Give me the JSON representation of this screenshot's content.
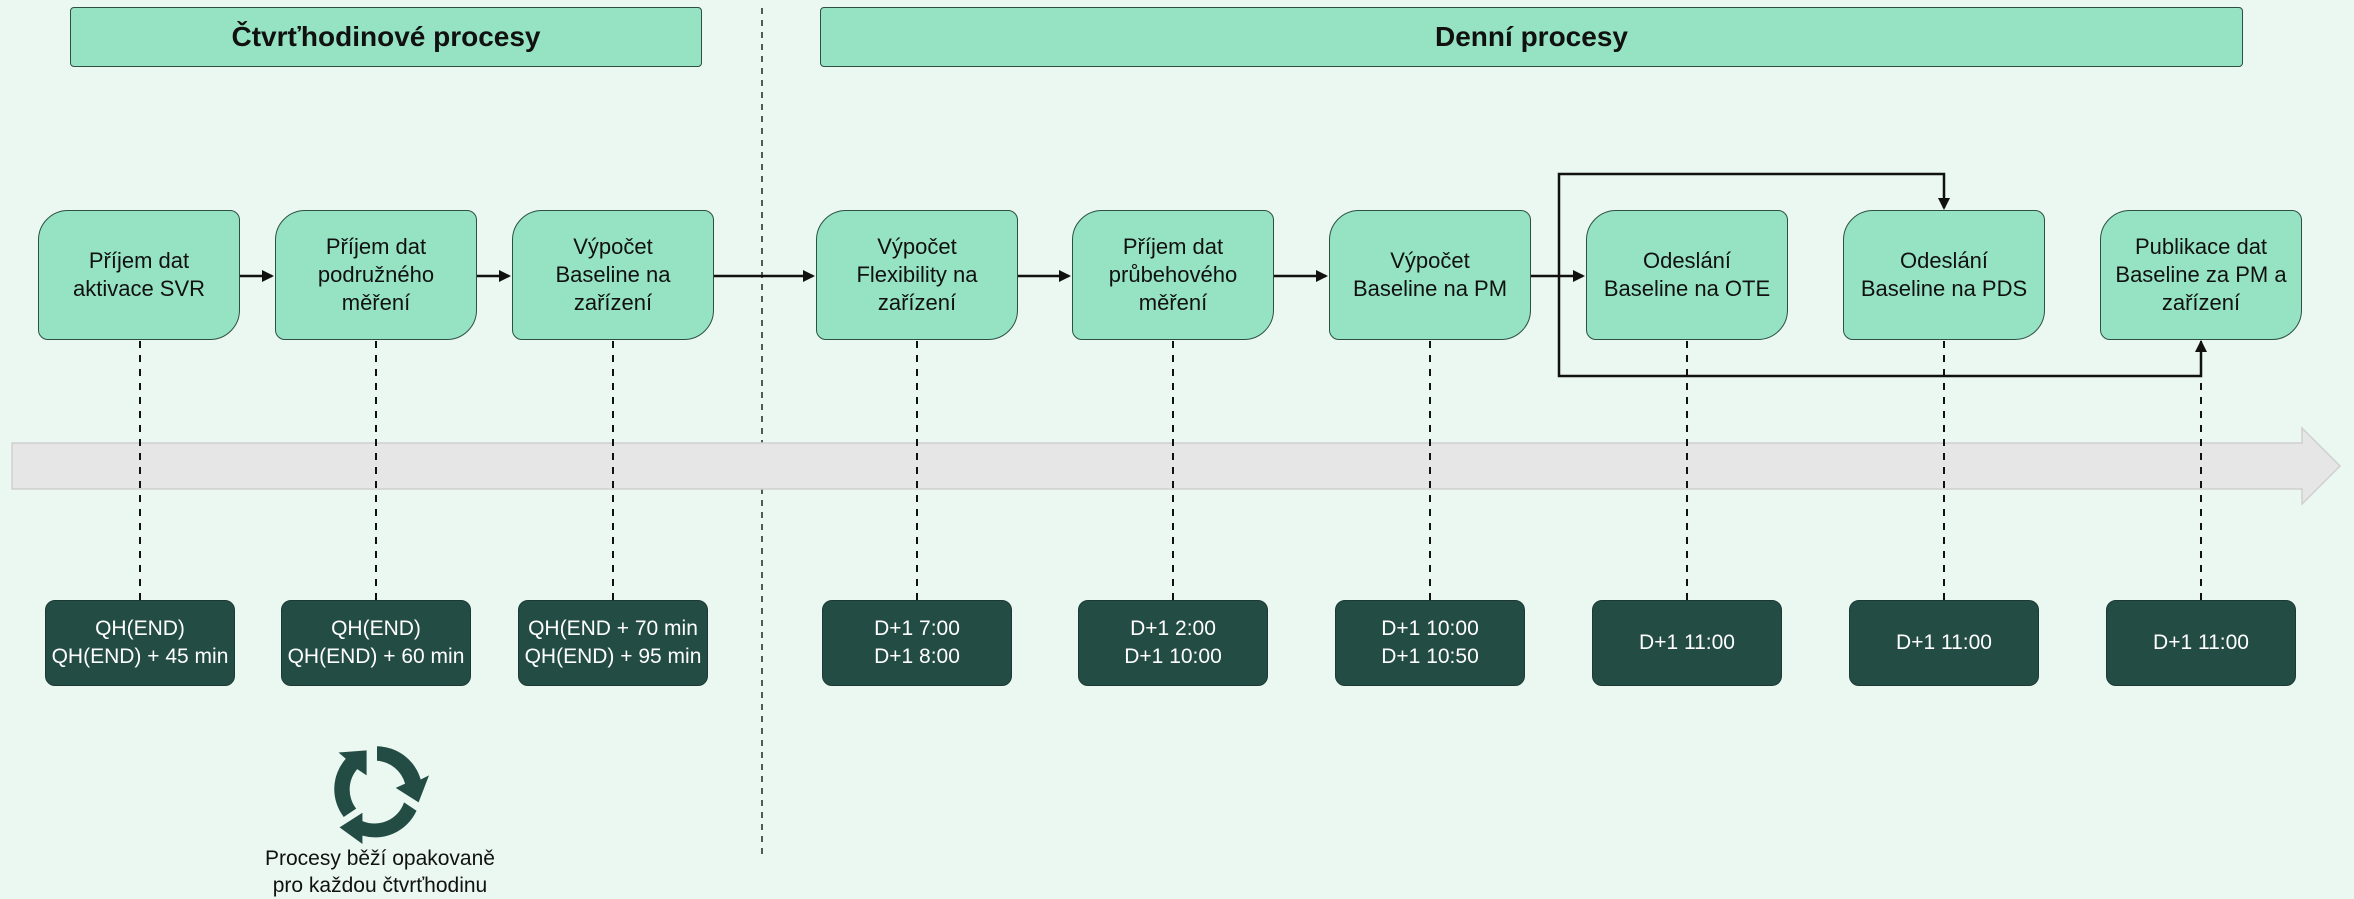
{
  "headers": {
    "quarter_hour": "Čtvrťhodinové procesy",
    "daily": "Denní procesy"
  },
  "processes": [
    {
      "line1": "Příjem dat",
      "line2": "aktivace SVR",
      "line3": ""
    },
    {
      "line1": "Příjem dat",
      "line2": "podružného",
      "line3": "měření"
    },
    {
      "line1": "Výpočet",
      "line2": "Baseline na",
      "line3": "zařízení"
    },
    {
      "line1": "Výpočet",
      "line2": "Flexibility na",
      "line3": "zařízení"
    },
    {
      "line1": "Příjem dat",
      "line2": "průbehového",
      "line3": "měření"
    },
    {
      "line1": "Výpočet",
      "line2": "Baseline na PM",
      "line3": ""
    },
    {
      "line1": "Odeslání",
      "line2": "Baseline na OTE",
      "line3": ""
    },
    {
      "line1": "Odeslání",
      "line2": "Baseline na PDS",
      "line3": ""
    },
    {
      "line1": "Publikace dat",
      "line2": "Baseline za PM a",
      "line3": "zařízení"
    }
  ],
  "times": [
    {
      "line1": "QH(END)",
      "line2": "QH(END) + 45 min"
    },
    {
      "line1": "QH(END)",
      "line2": "QH(END) + 60 min"
    },
    {
      "line1": "QH(END + 70 min",
      "line2": "QH(END) + 95 min"
    },
    {
      "line1": "D+1 7:00",
      "line2": "D+1 8:00"
    },
    {
      "line1": "D+1 2:00",
      "line2": "D+1 10:00"
    },
    {
      "line1": "D+1 10:00",
      "line2": "D+1 10:50"
    },
    {
      "line1": "D+1 11:00",
      "line2": ""
    },
    {
      "line1": "D+1 11:00",
      "line2": ""
    },
    {
      "line1": "D+1 11:00",
      "line2": ""
    }
  ],
  "note": {
    "line1": "Procesy běží opakovaně",
    "line2": "pro každou čtvrťhodinu"
  },
  "icons": {
    "recycle": "recycle-icon"
  },
  "colors": {
    "background": "#eaf8f1",
    "process_fill": "#95e3c3",
    "time_fill": "#234d44",
    "timeline_fill": "#e6e6e6"
  }
}
